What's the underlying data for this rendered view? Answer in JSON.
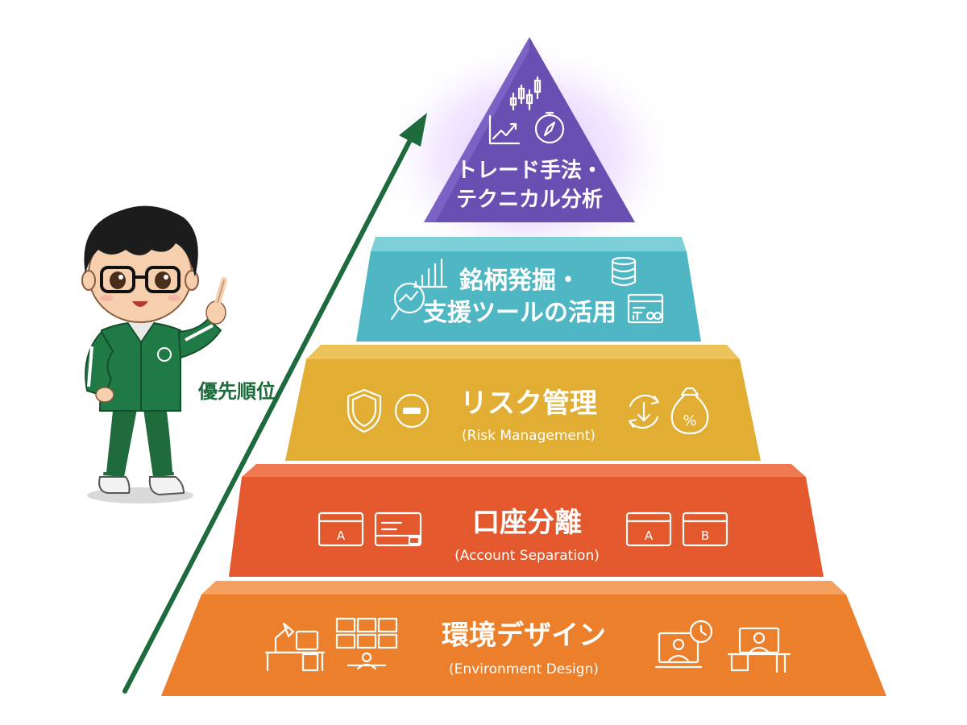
{
  "arrow_label": "優先順位",
  "layers": [
    {
      "id": "trade",
      "title_lines": [
        "トレード手法・",
        "テクニカル分析"
      ],
      "subtitle": "",
      "color": "#6a4fb3",
      "top_color": "#7b62c4",
      "icons": [
        "candlestick-chart-icon",
        "trend-chart-icon",
        "compass-icon"
      ]
    },
    {
      "id": "stock",
      "title_lines": [
        "銘柄発掘・",
        "支援ツールの活用"
      ],
      "subtitle": "",
      "color": "#4fb7c4",
      "top_color": "#7fcfd8",
      "icons": [
        "bar-chart-icon",
        "magnifier-chart-icon",
        "database-icon",
        "dashboard-icon"
      ]
    },
    {
      "id": "risk",
      "title_lines": [
        "リスク管理"
      ],
      "subtitle": "(Risk Management)",
      "color": "#e1ad33",
      "top_color": "#ecc25a",
      "icons": [
        "shield-icon",
        "minus-circle-icon",
        "cycle-down-arrow-icon",
        "money-bag-percent-icon"
      ]
    },
    {
      "id": "account",
      "title_lines": [
        "口座分離"
      ],
      "subtitle": "(Account Separation)",
      "color": "#e3582d",
      "top_color": "#ef7a52",
      "icons": [
        "account-a-window-icon",
        "card-icon",
        "account-a-window-icon",
        "account-b-window-icon"
      ],
      "window_labels": [
        "A",
        "A",
        "B"
      ]
    },
    {
      "id": "environment",
      "title_lines": [
        "環境デザイン"
      ],
      "subtitle": "(Environment Design)",
      "color": "#ec7f2b",
      "top_color": "#f3a060",
      "icons": [
        "desk-lamp-icon",
        "multi-monitor-icon",
        "clock-person-screen-icon",
        "workstation-icon"
      ]
    }
  ],
  "character": {
    "icons": [
      "character-icon"
    ]
  }
}
